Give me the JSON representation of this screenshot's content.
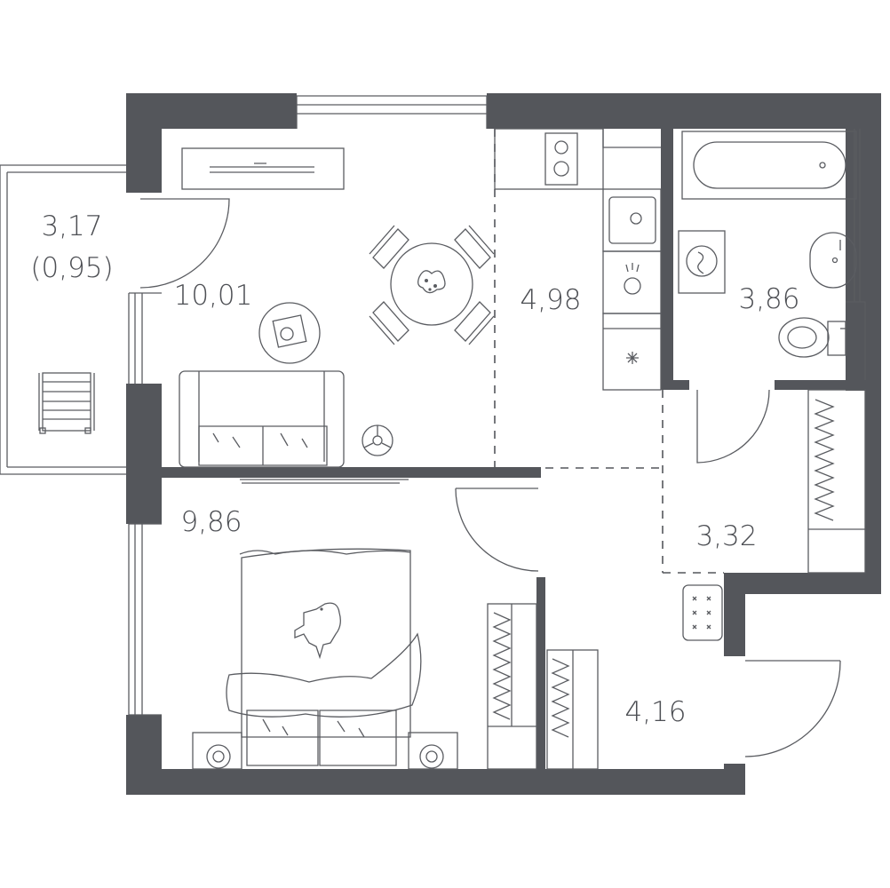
{
  "colors": {
    "wall": "#54565b",
    "line": "#5a5c61",
    "text": "#4d4f54",
    "background": "#ffffff"
  },
  "rooms": [
    {
      "id": "balcony",
      "area": "3,17",
      "area_secondary": "(0,95)"
    },
    {
      "id": "living-room",
      "area": "10,01"
    },
    {
      "id": "kitchen",
      "area": "4,98"
    },
    {
      "id": "bathroom",
      "area": "3,86"
    },
    {
      "id": "corridor",
      "area": "3,32"
    },
    {
      "id": "bedroom",
      "area": "9,86"
    },
    {
      "id": "hallway",
      "area": "4,16"
    }
  ],
  "furniture": [
    "tv-stand",
    "dining-table",
    "chairs",
    "coffee-table",
    "sofa",
    "stove",
    "sink",
    "washer",
    "fridge",
    "bathtub",
    "washbasin",
    "toilet",
    "bed",
    "nightstands",
    "wardrobes",
    "deck-chair",
    "cat"
  ]
}
